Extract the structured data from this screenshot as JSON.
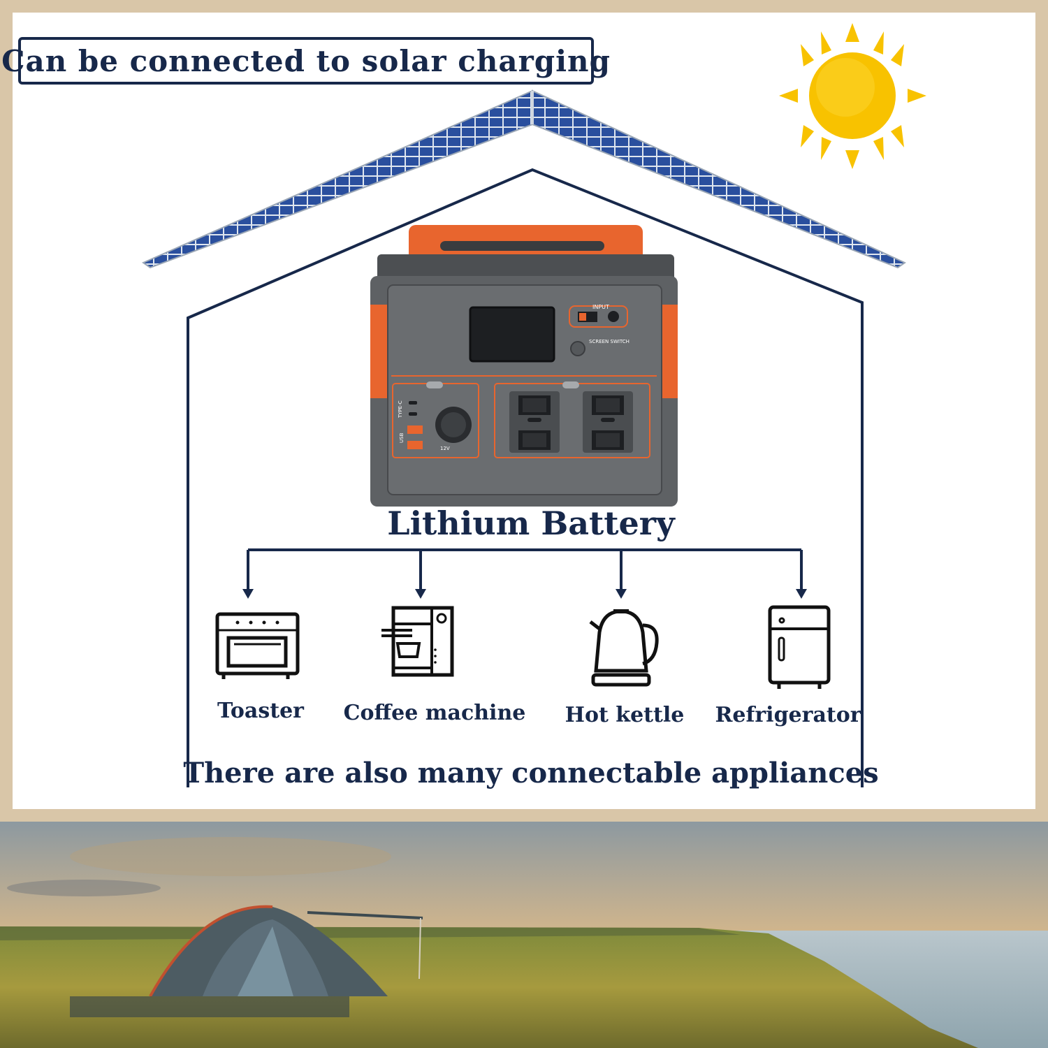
{
  "headline": "Can be connected to solar charging",
  "device": {
    "label": "Lithium Battery",
    "panel_input": "INPUT",
    "panel_screen_switch": "SCREEN SWITCH",
    "panel_typec": "TYPE-C",
    "panel_usb": "USB",
    "panel_12v": "12V"
  },
  "appliances": [
    {
      "label": "Toaster",
      "icon": "toaster-icon"
    },
    {
      "label": "Coffee machine",
      "icon": "coffee-machine-icon"
    },
    {
      "label": "Hot kettle",
      "icon": "kettle-icon"
    },
    {
      "label": "Refrigerator",
      "icon": "refrigerator-icon"
    }
  ],
  "footer": "There are also many connectable appliances",
  "colors": {
    "navy": "#17284a",
    "panel_blue": "#2a4f9e",
    "orange": "#e8652e",
    "sun": "#f8c200",
    "device_gray": "#5e6164",
    "beige_frame": "#d9c6a8"
  }
}
